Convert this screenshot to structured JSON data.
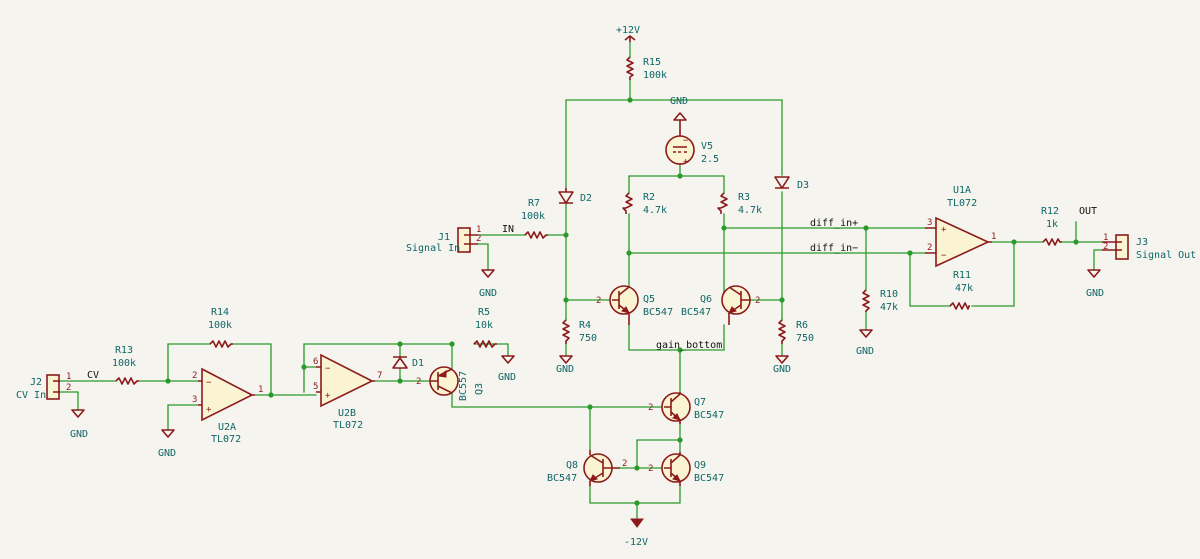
{
  "supply": {
    "vpos": "+12V",
    "vneg": "-12V",
    "gnd": "GND"
  },
  "nets": {
    "in": "IN",
    "out": "OUT",
    "cv": "CV",
    "diff_pos": "diff_in+",
    "diff_neg": "diff_in−",
    "gain_bottom": "gain_bottom"
  },
  "components": {
    "R15": {
      "ref": "R15",
      "value": "100k"
    },
    "V5": {
      "ref": "V5",
      "value": "2.5"
    },
    "D2": {
      "ref": "D2"
    },
    "D3": {
      "ref": "D3"
    },
    "R2": {
      "ref": "R2",
      "value": "4.7k"
    },
    "R3": {
      "ref": "R3",
      "value": "4.7k"
    },
    "R7": {
      "ref": "R7",
      "value": "100k"
    },
    "J1": {
      "ref": "J1",
      "value": "Signal In"
    },
    "Q5": {
      "ref": "Q5",
      "value": "BC547"
    },
    "Q6": {
      "ref": "Q6",
      "value": "BC547"
    },
    "R4": {
      "ref": "R4",
      "value": "750"
    },
    "R6": {
      "ref": "R6",
      "value": "750"
    },
    "R10": {
      "ref": "R10",
      "value": "47k"
    },
    "U1A": {
      "ref": "U1A",
      "value": "TL072"
    },
    "R11": {
      "ref": "R11",
      "value": "47k"
    },
    "R12": {
      "ref": "R12",
      "value": "1k"
    },
    "J3": {
      "ref": "J3",
      "value": "Signal Out"
    },
    "J2": {
      "ref": "J2",
      "value": "CV In"
    },
    "R13": {
      "ref": "R13",
      "value": "100k"
    },
    "R14": {
      "ref": "R14",
      "value": "100k"
    },
    "U2A": {
      "ref": "U2A",
      "value": "TL072"
    },
    "U2B": {
      "ref": "U2B",
      "value": "TL072"
    },
    "D1": {
      "ref": "D1"
    },
    "R5": {
      "ref": "R5",
      "value": "10k"
    },
    "Q3": {
      "ref": "Q3",
      "value": "BC557"
    },
    "Q7": {
      "ref": "Q7",
      "value": "BC547"
    },
    "Q8": {
      "ref": "Q8",
      "value": "BC547"
    },
    "Q9": {
      "ref": "Q9",
      "value": "BC547"
    }
  },
  "pins": {
    "p1": "1",
    "p2": "2",
    "p3": "3",
    "p5": "5",
    "p6": "6",
    "p7": "7",
    "plus": "+",
    "minus": "−"
  }
}
